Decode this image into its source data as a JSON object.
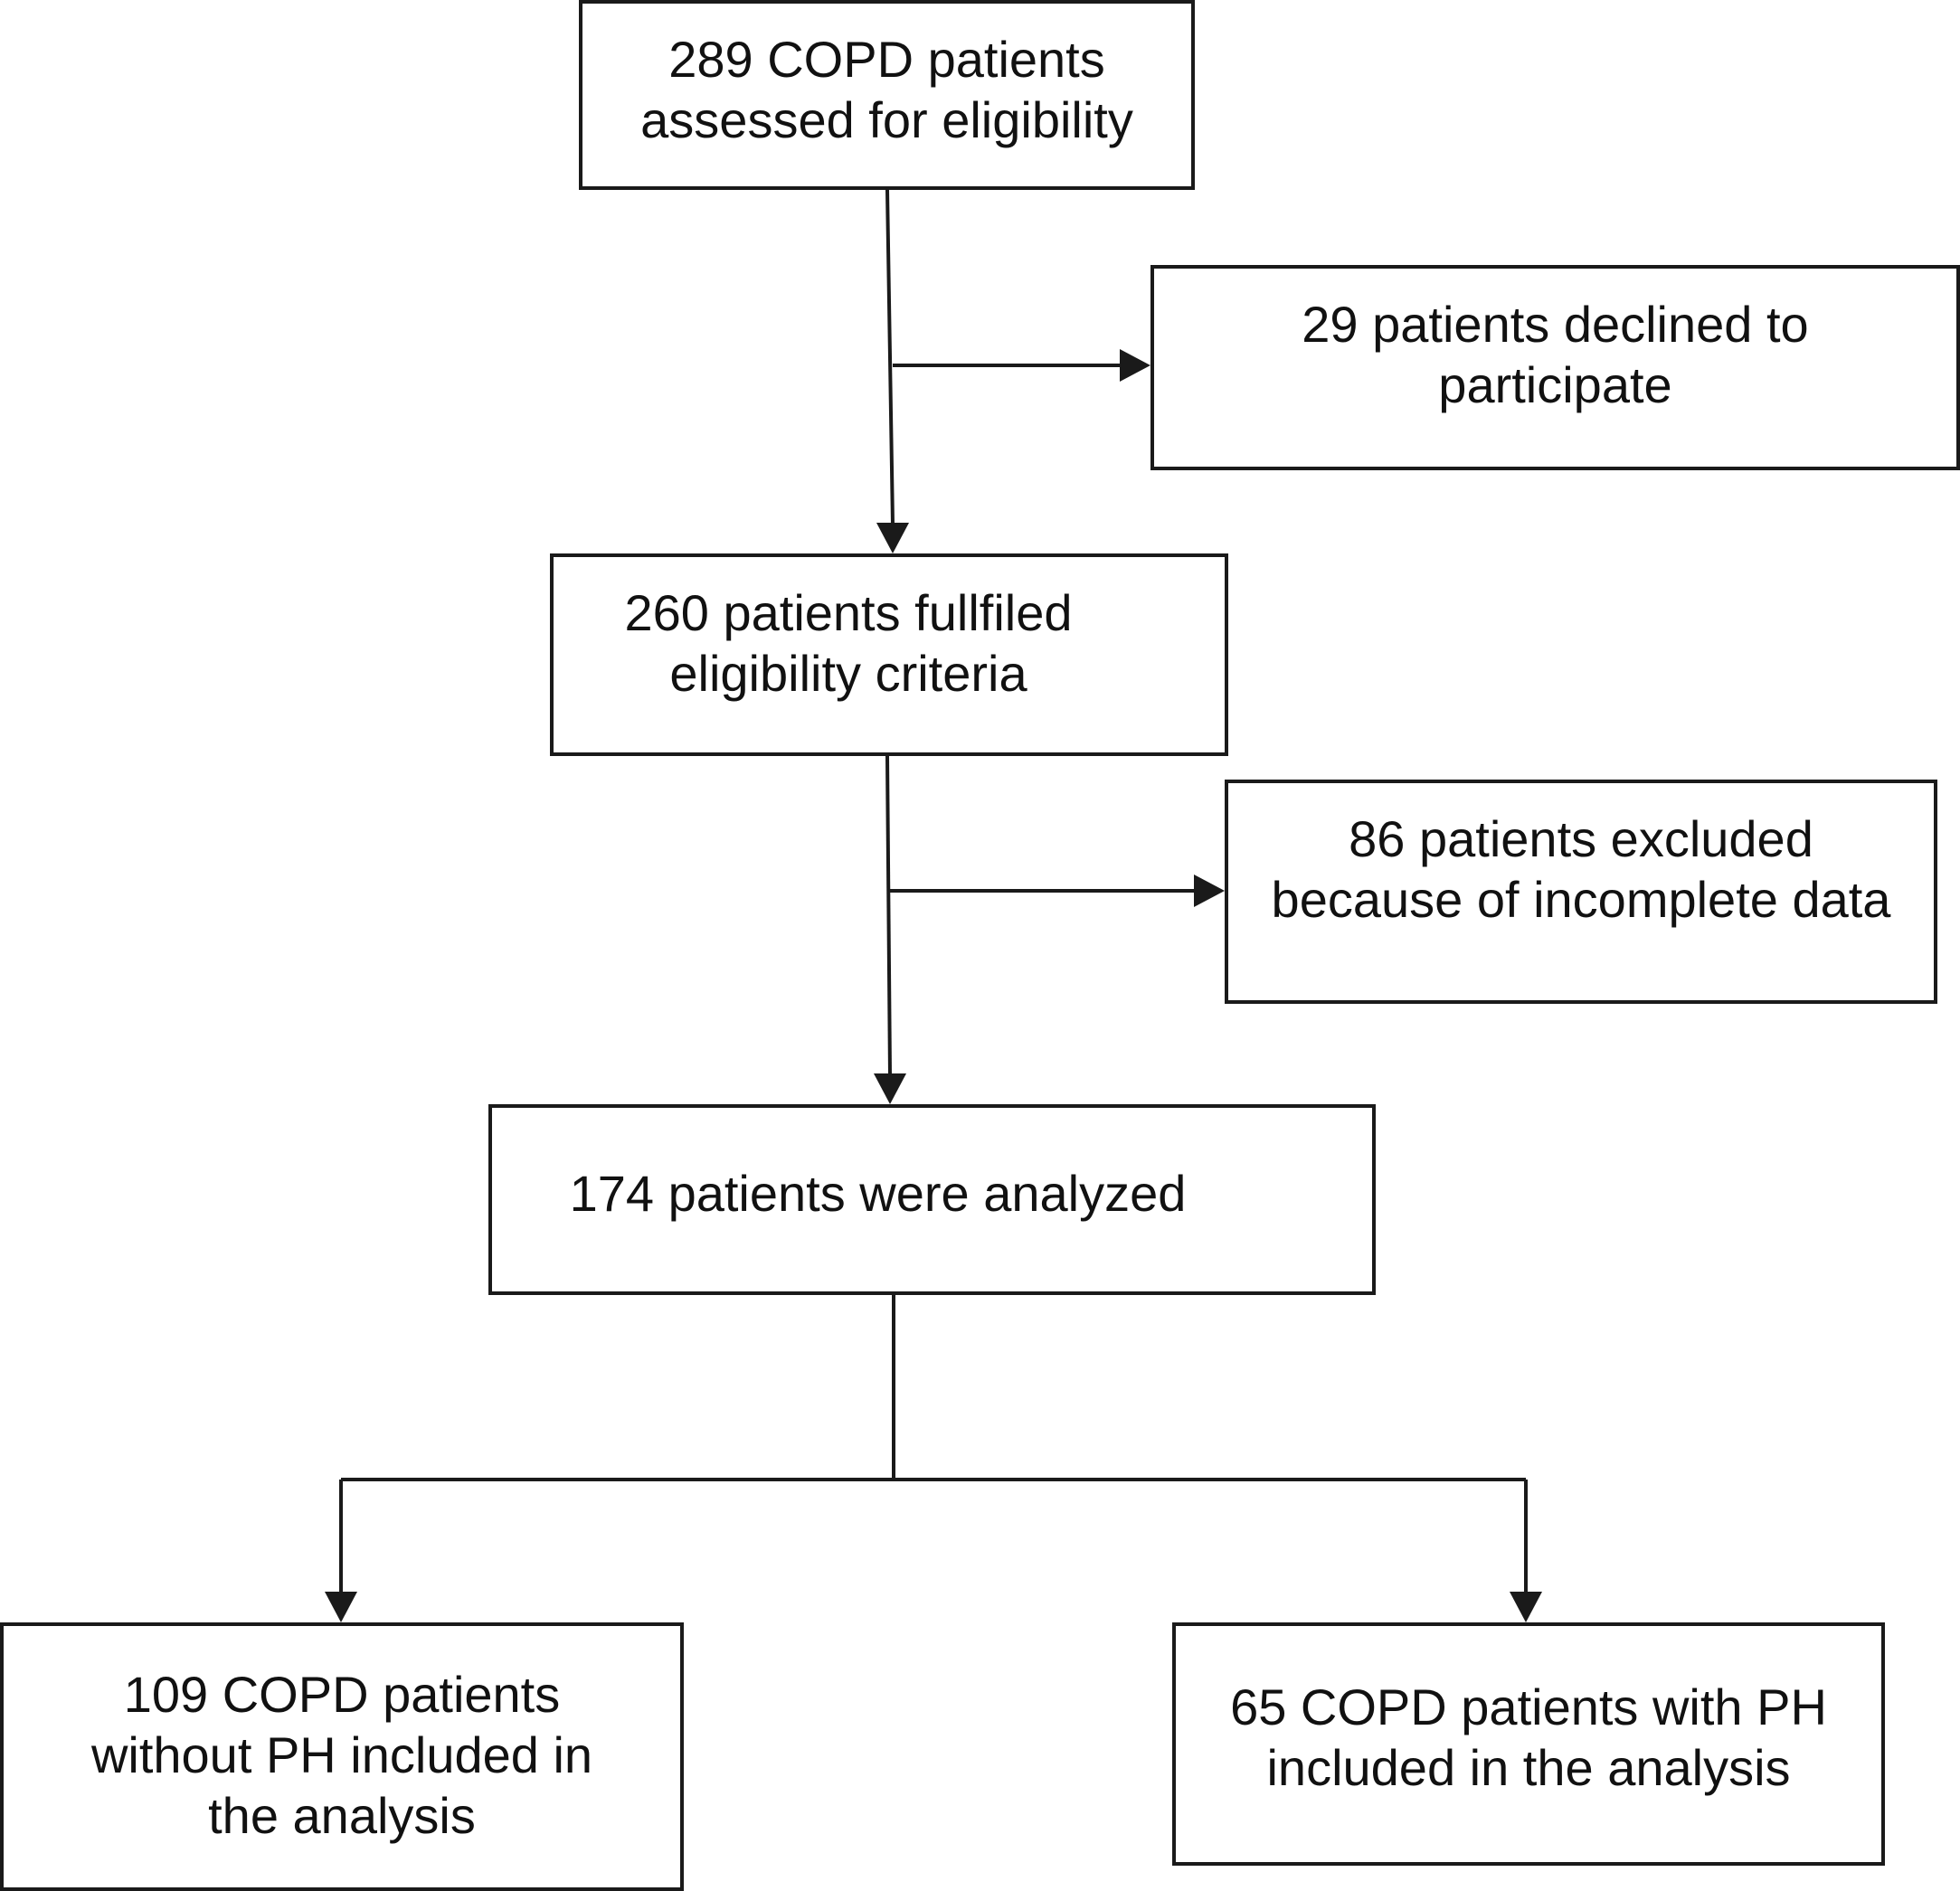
{
  "flowchart": {
    "screened": {
      "lines": [
        "289 COPD patients",
        "assessed for eligibility"
      ]
    },
    "declined": {
      "lines": [
        "29 patients declined to",
        "participate"
      ]
    },
    "eligible": {
      "lines": [
        "260 patients fullfiled",
        "eligibility criteria"
      ]
    },
    "excluded": {
      "lines": [
        "86 patients excluded",
        "because of incomplete data"
      ]
    },
    "analyzed": {
      "lines": [
        "174 patients were analyzed"
      ]
    },
    "without_ph": {
      "lines": [
        "109 COPD patients",
        "without PH included in",
        "the analysis"
      ]
    },
    "with_ph": {
      "lines": [
        "65 COPD patients with PH",
        "included in the analysis"
      ]
    }
  }
}
